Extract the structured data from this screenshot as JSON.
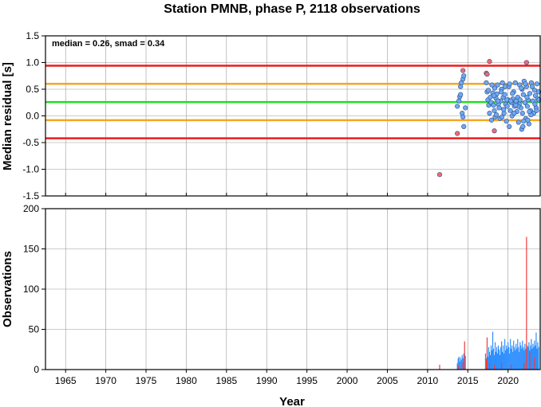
{
  "chart_data": [
    {
      "type": "scatter",
      "title": "Station PMNB, phase P, 2118 observations",
      "xlabel": "",
      "ylabel": "Median residual [s]",
      "xlim": [
        1962.5,
        2024
      ],
      "ylim": [
        -1.5,
        1.5
      ],
      "yticks": [
        "1.5",
        "1.0",
        "0.5",
        "0.0",
        "-0.5",
        "-1.0",
        "-1.5"
      ],
      "annotation": "median = 0.26, smad = 0.34",
      "grid": true,
      "reference_lines": [
        {
          "y": 0.94,
          "color": "#ee1c1c"
        },
        {
          "y": 0.6,
          "color": "#f5a623"
        },
        {
          "y": 0.26,
          "color": "#22dd22"
        },
        {
          "y": -0.08,
          "color": "#f5a623"
        },
        {
          "y": -0.42,
          "color": "#ee1c1c"
        }
      ],
      "series": [
        {
          "color": "#6fa8f0",
          "points": [
            [
              2013.7,
              0.18
            ],
            [
              2013.9,
              0.28
            ],
            [
              2014.0,
              0.36
            ],
            [
              2014.1,
              0.55
            ],
            [
              2014.2,
              0.62
            ],
            [
              2014.4,
              0.69
            ],
            [
              2014.5,
              0.75
            ],
            [
              2014.3,
              0.05
            ],
            [
              2014.4,
              -0.02
            ],
            [
              2014.5,
              -0.2
            ],
            [
              2014.7,
              0.15
            ],
            [
              2014.1,
              0.4
            ],
            [
              2017.3,
              0.62
            ],
            [
              2017.4,
              0.45
            ],
            [
              2017.5,
              0.3
            ],
            [
              2017.6,
              0.2
            ],
            [
              2017.7,
              0.05
            ],
            [
              2017.8,
              0.35
            ],
            [
              2017.9,
              0.25
            ],
            [
              2018.0,
              0.58
            ],
            [
              2018.1,
              0.43
            ],
            [
              2018.2,
              0.2
            ],
            [
              2018.3,
              0.1
            ],
            [
              2018.4,
              -0.02
            ],
            [
              2018.5,
              0.33
            ],
            [
              2018.6,
              0.41
            ],
            [
              2018.7,
              0.58
            ],
            [
              2018.8,
              0.22
            ],
            [
              2018.9,
              0.15
            ],
            [
              2019.0,
              -0.05
            ],
            [
              2019.1,
              0.28
            ],
            [
              2019.2,
              0.5
            ],
            [
              2019.3,
              0.62
            ],
            [
              2019.4,
              0.35
            ],
            [
              2019.5,
              0.05
            ],
            [
              2019.6,
              0.4
            ],
            [
              2019.7,
              0.22
            ],
            [
              2019.8,
              -0.1
            ],
            [
              2019.9,
              0.18
            ],
            [
              2020.0,
              0.3
            ],
            [
              2020.1,
              0.55
            ],
            [
              2020.2,
              0.6
            ],
            [
              2020.3,
              0.1
            ],
            [
              2020.4,
              0.25
            ],
            [
              2020.5,
              0.0
            ],
            [
              2020.6,
              0.32
            ],
            [
              2020.7,
              0.45
            ],
            [
              2020.8,
              0.18
            ],
            [
              2020.9,
              0.62
            ],
            [
              2021.0,
              0.28
            ],
            [
              2021.1,
              0.08
            ],
            [
              2021.2,
              0.35
            ],
            [
              2021.3,
              -0.12
            ],
            [
              2021.4,
              0.22
            ],
            [
              2021.5,
              0.3
            ],
            [
              2021.6,
              0.15
            ],
            [
              2021.7,
              -0.25
            ],
            [
              2021.8,
              0.05
            ],
            [
              2021.9,
              0.4
            ],
            [
              2022.0,
              0.65
            ],
            [
              2022.1,
              0.25
            ],
            [
              2022.2,
              -0.05
            ],
            [
              2022.3,
              0.55
            ],
            [
              2022.4,
              0.18
            ],
            [
              2022.5,
              0.3
            ],
            [
              2022.6,
              -0.15
            ],
            [
              2022.7,
              0.42
            ],
            [
              2022.8,
              0.1
            ],
            [
              2022.9,
              0.62
            ],
            [
              2023.0,
              0.55
            ],
            [
              2023.1,
              0.28
            ],
            [
              2023.2,
              0.05
            ],
            [
              2023.3,
              0.48
            ],
            [
              2023.4,
              0.38
            ],
            [
              2023.5,
              0.15
            ],
            [
              2023.6,
              0.6
            ],
            [
              2023.7,
              0.32
            ],
            [
              2023.8,
              0.45
            ],
            [
              2020.15,
              -0.2
            ],
            [
              2019.45,
              0.12
            ],
            [
              2018.25,
              0.38
            ],
            [
              2017.95,
              -0.08
            ],
            [
              2021.75,
              0.5
            ],
            [
              2022.85,
              0.02
            ],
            [
              2019.15,
              0.45
            ],
            [
              2020.75,
              0.05
            ],
            [
              2021.45,
              0.58
            ],
            [
              2018.55,
              0.02
            ],
            [
              2022.45,
              -0.08
            ],
            [
              2023.35,
              0.22
            ],
            [
              2021.65,
              0.52
            ],
            [
              2020.55,
              0.42
            ],
            [
              2019.85,
              0.3
            ],
            [
              2018.75,
              0.28
            ],
            [
              2017.55,
              0.48
            ],
            [
              2022.15,
              0.6
            ],
            [
              2021.25,
              0.18
            ],
            [
              2023.55,
              0.1
            ],
            [
              2021.85,
              -0.2
            ],
            [
              2022.65,
              0.08
            ],
            [
              2020.95,
              0.2
            ],
            [
              2019.65,
              0.55
            ],
            [
              2018.35,
              0.52
            ],
            [
              2022.35,
              0.35
            ],
            [
              2023.85,
              0.3
            ],
            [
              2021.95,
              -0.1
            ],
            [
              2020.35,
              0.28
            ],
            [
              2019.25,
              -0.02
            ]
          ]
        },
        {
          "color": "#f26b6b",
          "points": [
            [
              2011.5,
              -1.1
            ],
            [
              2013.7,
              -0.33
            ],
            [
              2014.4,
              0.85
            ],
            [
              2017.3,
              0.8
            ],
            [
              2017.4,
              0.78
            ],
            [
              2017.7,
              1.02
            ],
            [
              2018.3,
              -0.28
            ],
            [
              2022.3,
              1.0
            ]
          ]
        }
      ]
    },
    {
      "type": "bar",
      "title": "",
      "xlabel": "Year",
      "ylabel": "Observations",
      "xlim": [
        1962.5,
        2024
      ],
      "ylim": [
        0,
        200
      ],
      "xticks": [
        "1965",
        "1970",
        "1975",
        "1980",
        "1985",
        "1990",
        "1995",
        "2000",
        "2005",
        "2010",
        "2015",
        "2020"
      ],
      "yticks": [
        "0",
        "50",
        "100",
        "150",
        "200"
      ],
      "grid": true,
      "series": [
        {
          "color": "#f03c3c",
          "bars": [
            [
              2011.5,
              6
            ],
            [
              2013.8,
              5
            ],
            [
              2014.4,
              9
            ],
            [
              2014.6,
              35
            ],
            [
              2017.3,
              12
            ],
            [
              2017.4,
              40
            ],
            [
              2017.7,
              8
            ],
            [
              2018.3,
              6
            ],
            [
              2019.2,
              9
            ],
            [
              2020.4,
              6
            ],
            [
              2022.0,
              8
            ],
            [
              2022.3,
              165
            ],
            [
              2022.7,
              22
            ],
            [
              2023.3,
              15
            ]
          ]
        },
        {
          "color": "#2f8fff",
          "bars": [
            [
              2013.7,
              8
            ],
            [
              2013.8,
              14
            ],
            [
              2013.9,
              16
            ],
            [
              2014.0,
              10
            ],
            [
              2014.1,
              15
            ],
            [
              2014.2,
              12
            ],
            [
              2014.3,
              18
            ],
            [
              2014.4,
              14
            ],
            [
              2014.5,
              20
            ],
            [
              2014.55,
              16
            ],
            [
              2014.7,
              17
            ],
            [
              2017.2,
              20
            ],
            [
              2017.3,
              14
            ],
            [
              2017.4,
              25
            ],
            [
              2017.5,
              16
            ],
            [
              2017.6,
              28
            ],
            [
              2017.7,
              22
            ],
            [
              2017.8,
              18
            ],
            [
              2017.9,
              30
            ],
            [
              2018.0,
              24
            ],
            [
              2018.1,
              47
            ],
            [
              2018.2,
              26
            ],
            [
              2018.3,
              18
            ],
            [
              2018.4,
              34
            ],
            [
              2018.5,
              22
            ],
            [
              2018.6,
              28
            ],
            [
              2018.7,
              20
            ],
            [
              2018.8,
              30
            ],
            [
              2018.9,
              25
            ],
            [
              2019.0,
              18
            ],
            [
              2019.1,
              28
            ],
            [
              2019.2,
              35
            ],
            [
              2019.3,
              22
            ],
            [
              2019.4,
              30
            ],
            [
              2019.5,
              20
            ],
            [
              2019.6,
              38
            ],
            [
              2019.7,
              24
            ],
            [
              2019.8,
              30
            ],
            [
              2019.9,
              26
            ],
            [
              2020.0,
              34
            ],
            [
              2020.1,
              28
            ],
            [
              2020.2,
              20
            ],
            [
              2020.3,
              38
            ],
            [
              2020.4,
              26
            ],
            [
              2020.5,
              30
            ],
            [
              2020.6,
              22
            ],
            [
              2020.7,
              36
            ],
            [
              2020.8,
              28
            ],
            [
              2020.9,
              24
            ],
            [
              2021.0,
              32
            ],
            [
              2021.1,
              26
            ],
            [
              2021.2,
              38
            ],
            [
              2021.3,
              28
            ],
            [
              2021.4,
              22
            ],
            [
              2021.5,
              34
            ],
            [
              2021.6,
              30
            ],
            [
              2021.7,
              26
            ],
            [
              2021.8,
              36
            ],
            [
              2021.9,
              28
            ],
            [
              2022.0,
              24
            ],
            [
              2022.1,
              32
            ],
            [
              2022.2,
              26
            ],
            [
              2022.4,
              30
            ],
            [
              2022.5,
              28
            ],
            [
              2022.6,
              34
            ],
            [
              2022.7,
              24
            ],
            [
              2022.8,
              30
            ],
            [
              2022.9,
              38
            ],
            [
              2023.0,
              26
            ],
            [
              2023.1,
              32
            ],
            [
              2023.2,
              28
            ],
            [
              2023.3,
              36
            ],
            [
              2023.4,
              30
            ],
            [
              2023.5,
              46
            ],
            [
              2023.6,
              26
            ],
            [
              2023.7,
              34
            ],
            [
              2023.8,
              28
            ]
          ]
        }
      ]
    }
  ]
}
